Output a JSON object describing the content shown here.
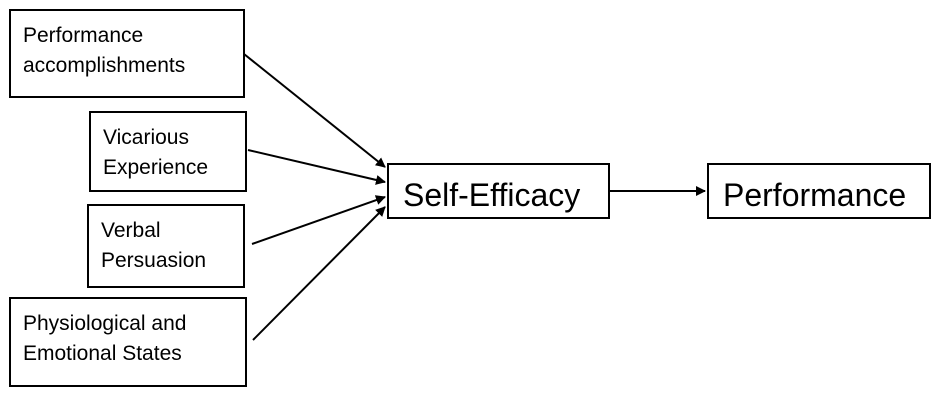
{
  "nodes": {
    "performance_accomplishments": {
      "line1": "Performance",
      "line2": "accomplishments"
    },
    "vicarious_experience": {
      "line1": "Vicarious",
      "line2": "Experience"
    },
    "verbal_persuasion": {
      "line1": "Verbal",
      "line2": "Persuasion"
    },
    "physiological_states": {
      "line1": "Physiological and",
      "line2": "Emotional States"
    },
    "self_efficacy": {
      "label": "Self-Efficacy"
    },
    "performance": {
      "label": "Performance"
    }
  },
  "edges": [
    {
      "from": "performance_accomplishments",
      "to": "self_efficacy"
    },
    {
      "from": "vicarious_experience",
      "to": "self_efficacy"
    },
    {
      "from": "verbal_persuasion",
      "to": "self_efficacy"
    },
    {
      "from": "physiological_states",
      "to": "self_efficacy"
    },
    {
      "from": "self_efficacy",
      "to": "performance"
    }
  ]
}
